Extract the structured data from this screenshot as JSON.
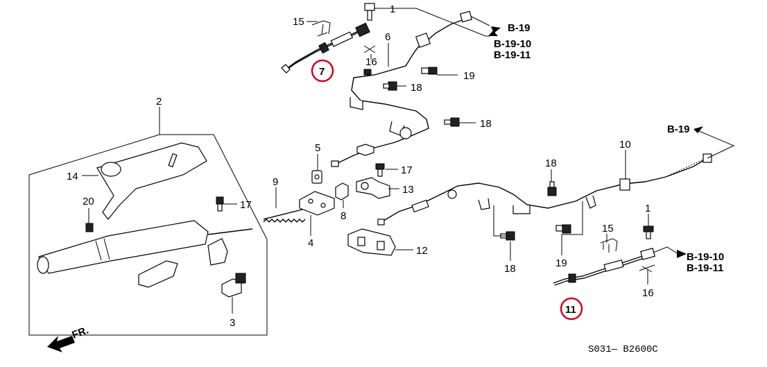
{
  "parts": {
    "p1a": "1",
    "p1b": "1",
    "p2": "2",
    "p3": "3",
    "p4": "4",
    "p5": "5",
    "p6": "6",
    "p7": "7",
    "p8": "8",
    "p9": "9",
    "p10": "10",
    "p11": "11",
    "p12": "12",
    "p13": "13",
    "p14": "14",
    "p15a": "15",
    "p15b": "15",
    "p16a": "16",
    "p16b": "16",
    "p17a": "17",
    "p17b": "17",
    "p18a": "18",
    "p18b": "18",
    "p18c": "18",
    "p18d": "18",
    "p19a": "19",
    "p19b": "19",
    "p20": "20"
  },
  "refs": {
    "b19_top": "B-19",
    "b19_10_top": "B-19-10",
    "b19_11_top": "B-19-11",
    "b19_right": "B-19",
    "b19_10_bottom": "B-19-10",
    "b19_11_bottom": "B-19-11"
  },
  "front_label": "FR.",
  "diagram_code": "S031— B2600C",
  "highlight_color": "#d0021b"
}
